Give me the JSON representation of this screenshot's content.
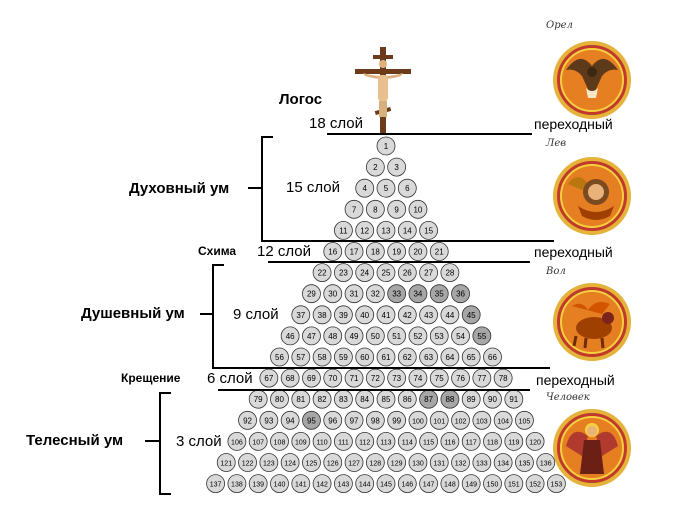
{
  "labels": {
    "logos": "Логос",
    "spiritual_mind": "Духовный ум",
    "schema": "Схима",
    "soul_mind": "Душевный ум",
    "baptism": "Крещение",
    "bodily_mind": "Телесный ум"
  },
  "layers": {
    "l18": "18 слой",
    "l15": "15 слой",
    "l12": "12 слой",
    "l9": "9 слой",
    "l6": "6 слой",
    "l3": "3 слой"
  },
  "transition": "переходный",
  "icons": {
    "eagle": {
      "caption": "Орел",
      "icon": "eagle-evangelist-icon"
    },
    "lion": {
      "caption": "Лев",
      "icon": "lion-evangelist-icon"
    },
    "ox": {
      "caption": "Вол",
      "icon": "ox-evangelist-icon"
    },
    "man": {
      "caption": "Человек",
      "icon": "angel-evangelist-icon"
    }
  },
  "triangle": {
    "row_counts": [
      1,
      2,
      3,
      4,
      5,
      6,
      7,
      8,
      9,
      10,
      11,
      12,
      13,
      14,
      15,
      16,
      17
    ],
    "dark_numbers": [
      33,
      34,
      35,
      36,
      45,
      55,
      87,
      88,
      95
    ]
  }
}
